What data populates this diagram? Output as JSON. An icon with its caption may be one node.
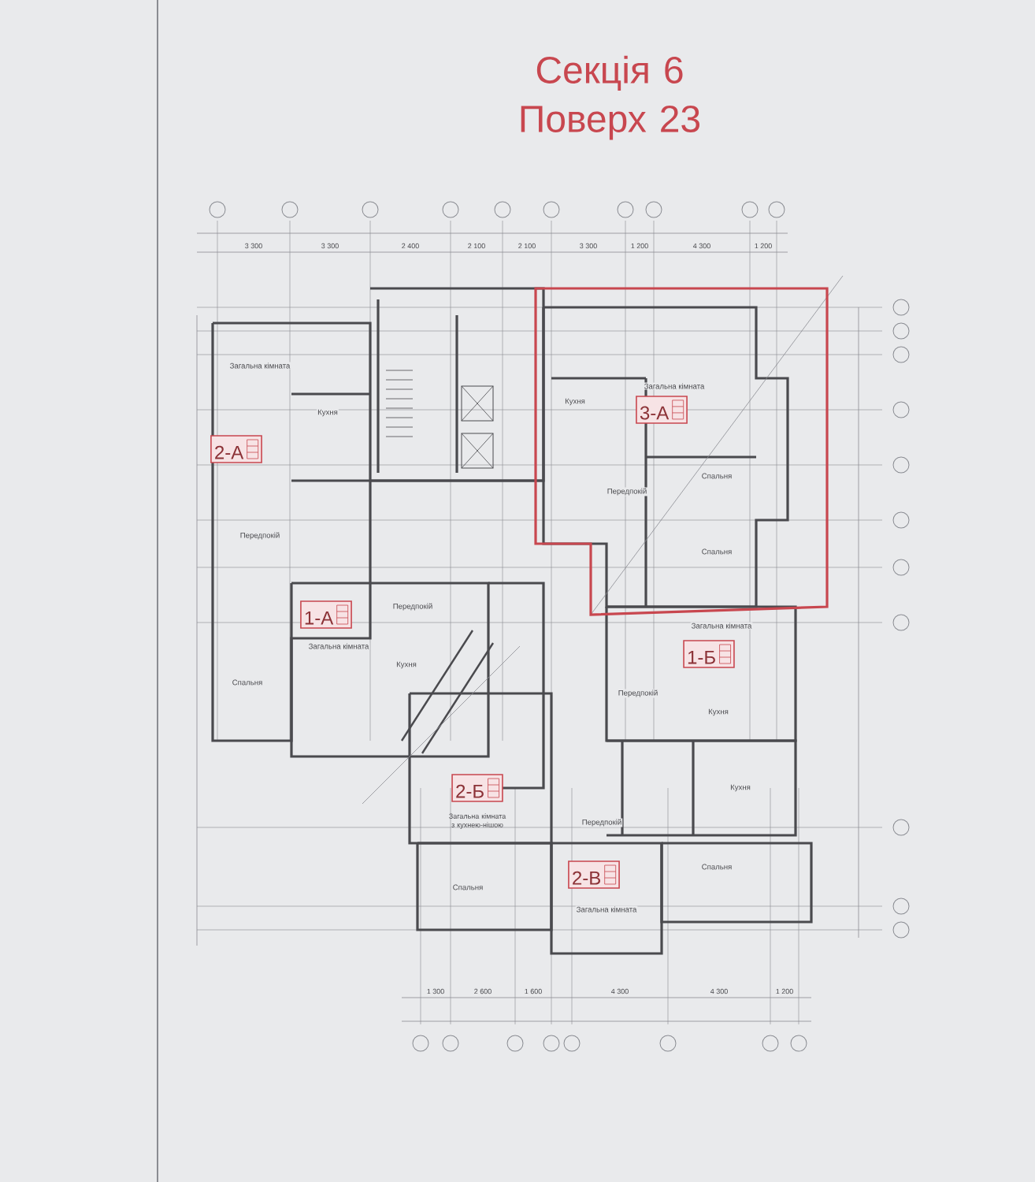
{
  "diagram": {
    "title": "Секція 6 Поверх 23",
    "nodes": [
      {
        "text": [
          "2-А"
        ]
      },
      {
        "text": [
          "3-А"
        ],
        "beside": [
          "Загальна кімната"
        ]
      },
      {
        "text": [
          "1-А"
        ],
        "beside": [
          "Загальна кімната"
        ]
      },
      {
        "text": [
          "1-Б"
        ],
        "beside": [
          "Загальна кімната"
        ]
      },
      {
        "text": [
          "2-Б",
          "Загальна кімната з кухнею-нішою"
        ]
      },
      {
        "text": [
          "2-В"
        ],
        "beside": [
          "Загальна кімната"
        ]
      }
    ],
    "edges": [],
    "labels": [
      "3 300",
      "3 300",
      "2 400",
      "2 100",
      "2 100",
      "3 300",
      "1 200",
      "4 300",
      "1 200",
      "Загальна кімната",
      "Кухня",
      "Кухня",
      "Передпокій",
      "Спальня",
      "Передпокій",
      "Спальня",
      "Передпокій",
      "Кухня",
      "Спальня",
      "Передпокій",
      "Кухня",
      "Передпокій",
      "Кухня",
      "Спальня",
      "Спальня",
      "1 300",
      "2 600",
      "1 600",
      "4 300",
      "4 300",
      "1 200"
    ]
  }
}
